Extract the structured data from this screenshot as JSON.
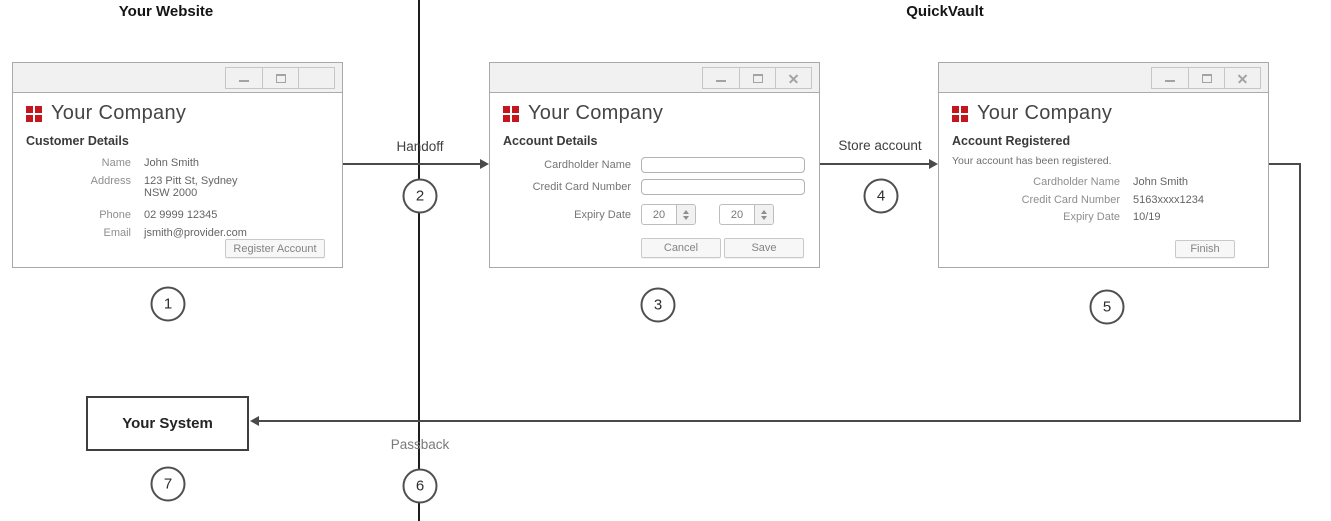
{
  "lanes": {
    "left": "Your Website",
    "right": "QuickVault"
  },
  "colors": {
    "brand_red": "#c4161c",
    "arrow": "#4a4a4a"
  },
  "flows": {
    "handoff": {
      "label": "Handoff",
      "step": "2"
    },
    "store": {
      "label": "Store account",
      "step": "4"
    },
    "passback": {
      "label": "Passback",
      "step": "6"
    }
  },
  "steps": {
    "w1": "1",
    "w2": "3",
    "w3": "5",
    "system": "7"
  },
  "your_system": {
    "label": "Your System"
  },
  "window1": {
    "brand": "Your Company",
    "heading": "Customer Details",
    "fields": [
      {
        "label": "Name",
        "value": "John Smith"
      },
      {
        "label": "Address",
        "value": "123 Pitt St, Sydney",
        "value2": "NSW 2000"
      },
      {
        "label": "Phone",
        "value": "02 9999 12345"
      },
      {
        "label": "Email",
        "value": "jsmith@provider.com"
      }
    ],
    "button": "Register Account"
  },
  "window2": {
    "brand": "Your Company",
    "heading": "Account Details",
    "rows": {
      "cardholder_label": "Cardholder Name",
      "cardholder_value": "",
      "ccnum_label": "Credit Card Number",
      "ccnum_value": "",
      "expiry_label": "Expiry Date",
      "expiry_month": "20",
      "expiry_year": "20"
    },
    "buttons": {
      "cancel": "Cancel",
      "save": "Save"
    }
  },
  "window3": {
    "brand": "Your Company",
    "heading": "Account Registered",
    "message": "Your account has been registered.",
    "fields": [
      {
        "label": "Cardholder Name",
        "value": "John Smith"
      },
      {
        "label": "Credit Card Number",
        "value": "5163xxxx1234"
      },
      {
        "label": "Expiry Date",
        "value": "10/19"
      }
    ],
    "button": "Finish"
  }
}
